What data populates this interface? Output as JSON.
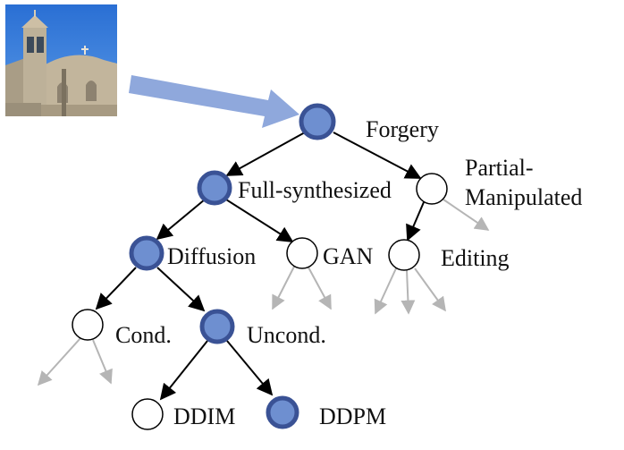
{
  "image": {
    "description_icon": "church-bell-tower-photo",
    "sky_color": "#2f78d8",
    "stone_color": "#b8ab95"
  },
  "colors": {
    "highlight_fill": "#6e8fd0",
    "highlight_ring": "#3a5295",
    "arrow_blue": "#8fa8dc",
    "edge_black": "#000000",
    "edge_gray": "#b5b5b5"
  },
  "nodes": {
    "forgery": "Forgery",
    "full_synthesized": "Full-synthesized",
    "partial_line1": "Partial-",
    "partial_line2": "Manipulated",
    "diffusion": "Diffusion",
    "gan": "GAN",
    "editing": "Editing",
    "cond": "Cond.",
    "uncond": "Uncond.",
    "ddim": "DDIM",
    "ddpm": "DDPM"
  }
}
